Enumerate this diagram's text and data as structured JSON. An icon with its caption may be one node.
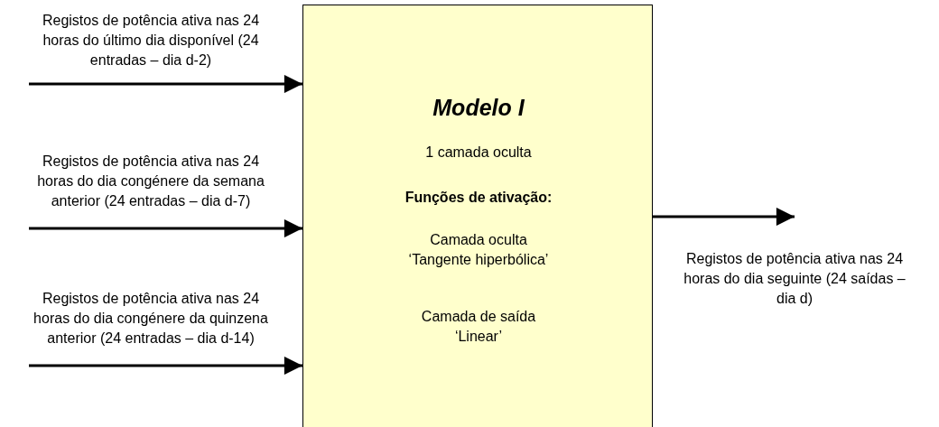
{
  "diagram": {
    "nodes": [
      {
        "text": [
          "Registos de potência ativa nas 24 horas do último dia disponível (24 entradas – dia d-2)"
        ]
      },
      {
        "text": [
          "Registos de potência ativa nas 24 horas do dia congénere da semana anterior (24 entradas – dia d-7)"
        ]
      },
      {
        "text": [
          "Registos de potência ativa nas 24 horas do dia congénere da quinzena anterior (24 entradas – dia d-14)"
        ]
      },
      {
        "text": [
          "Modelo I",
          "1 camada oculta",
          "Funções de ativação:",
          "Camada oculta ‘Tangente hiperbólica’",
          "Camada de saída ‘Linear’"
        ]
      },
      {
        "text": [
          "Registos de potência ativa nas 24 horas do dia seguinte (24 saídas – dia d)"
        ]
      }
    ],
    "edges": [
      {
        "from": 0,
        "to": 3,
        "arrow": "to"
      },
      {
        "from": 1,
        "to": 3,
        "arrow": "to"
      },
      {
        "from": 2,
        "to": 3,
        "arrow": "to"
      },
      {
        "from": 3,
        "to": 4,
        "arrow": "to"
      }
    ]
  }
}
